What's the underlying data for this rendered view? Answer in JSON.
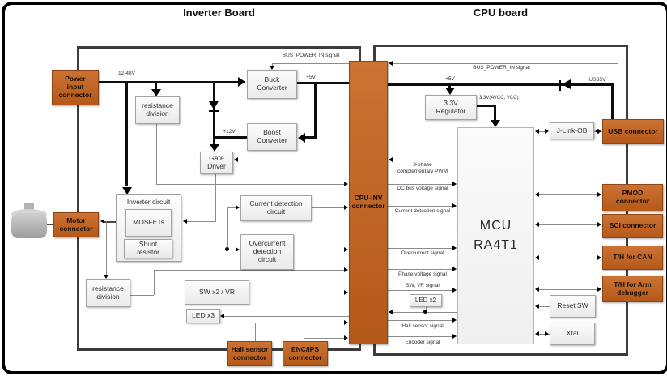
{
  "titles": {
    "inverter_board": "Inverter Board",
    "cpu_board": "CPU board"
  },
  "connectors": {
    "power_input": "Power\ninput\nconnector",
    "motor": "Motor\nconnector",
    "hall_sensor": "Hall sensor\nconnector",
    "enc_ips": "ENC/IPS\nconnector",
    "cpu_inv": "CPU-INV\nconnector",
    "usb": "USB connector",
    "pmod": "PMOD\nconnector",
    "sci": "SCI connector",
    "th_can": "T/H for CAN",
    "th_arm": "T/H for Arm\ndebugger"
  },
  "blocks": {
    "buck": "Buck\nConverter",
    "boost": "Boost\nConverter",
    "gate_driver": "Gate\nDriver",
    "resistance_division_top": "resistance\ndivision",
    "resistance_division_bottom": "resistance\ndivision",
    "inverter_circuit": "Inverter circuit",
    "mosfets": "MOSFETs",
    "shunt_resistor": "Shunt\nresistor",
    "current_detection": "Current detection\ncircuit",
    "overcurrent_detection": "Overcurrent\ndetection\ncircuit",
    "sw_vr": "SW x2 / VR",
    "led_x3": "LED x3",
    "regulator_3v3": "3.3V\nRegulator",
    "jlink_ob": "J-Link-OB",
    "mcu": "MCU\nRA4T1",
    "led_x2": "LED x2",
    "reset_sw": "Reset SW",
    "xtal": "Xtal"
  },
  "net_labels": {
    "v12_48": "12-48V",
    "p5v_inverter": "+5V",
    "p12v": "+12V",
    "bus_power_in_inverter": "BUS_POWER_IN signal",
    "bus_power_in_cpu": "BUS_POWER_IN signal",
    "p5v_cpu": "+5V",
    "usb5v": "USB5V",
    "v3_3_avcc": "3.3V(AVCC, VCC)"
  },
  "signals": {
    "pwm": "3-phase\ncomplementary PWM",
    "dc_bus": "DC bus voltage signal",
    "current_detection": "Current detection signal",
    "overcurrent": "Overcurrent signal",
    "phase_voltage": "Phase voltage signal",
    "sw_vr": "SW, VR signal",
    "hall": "Hall sensor signal",
    "encoder": "Encoder signal"
  },
  "colors": {
    "connector_orange": "#C2651F",
    "board_border": "#3C3C3C",
    "thin_wire": "#8C8C8C",
    "thick_wire": "#0D0D0D",
    "box_fill": "#F2F2F2"
  }
}
